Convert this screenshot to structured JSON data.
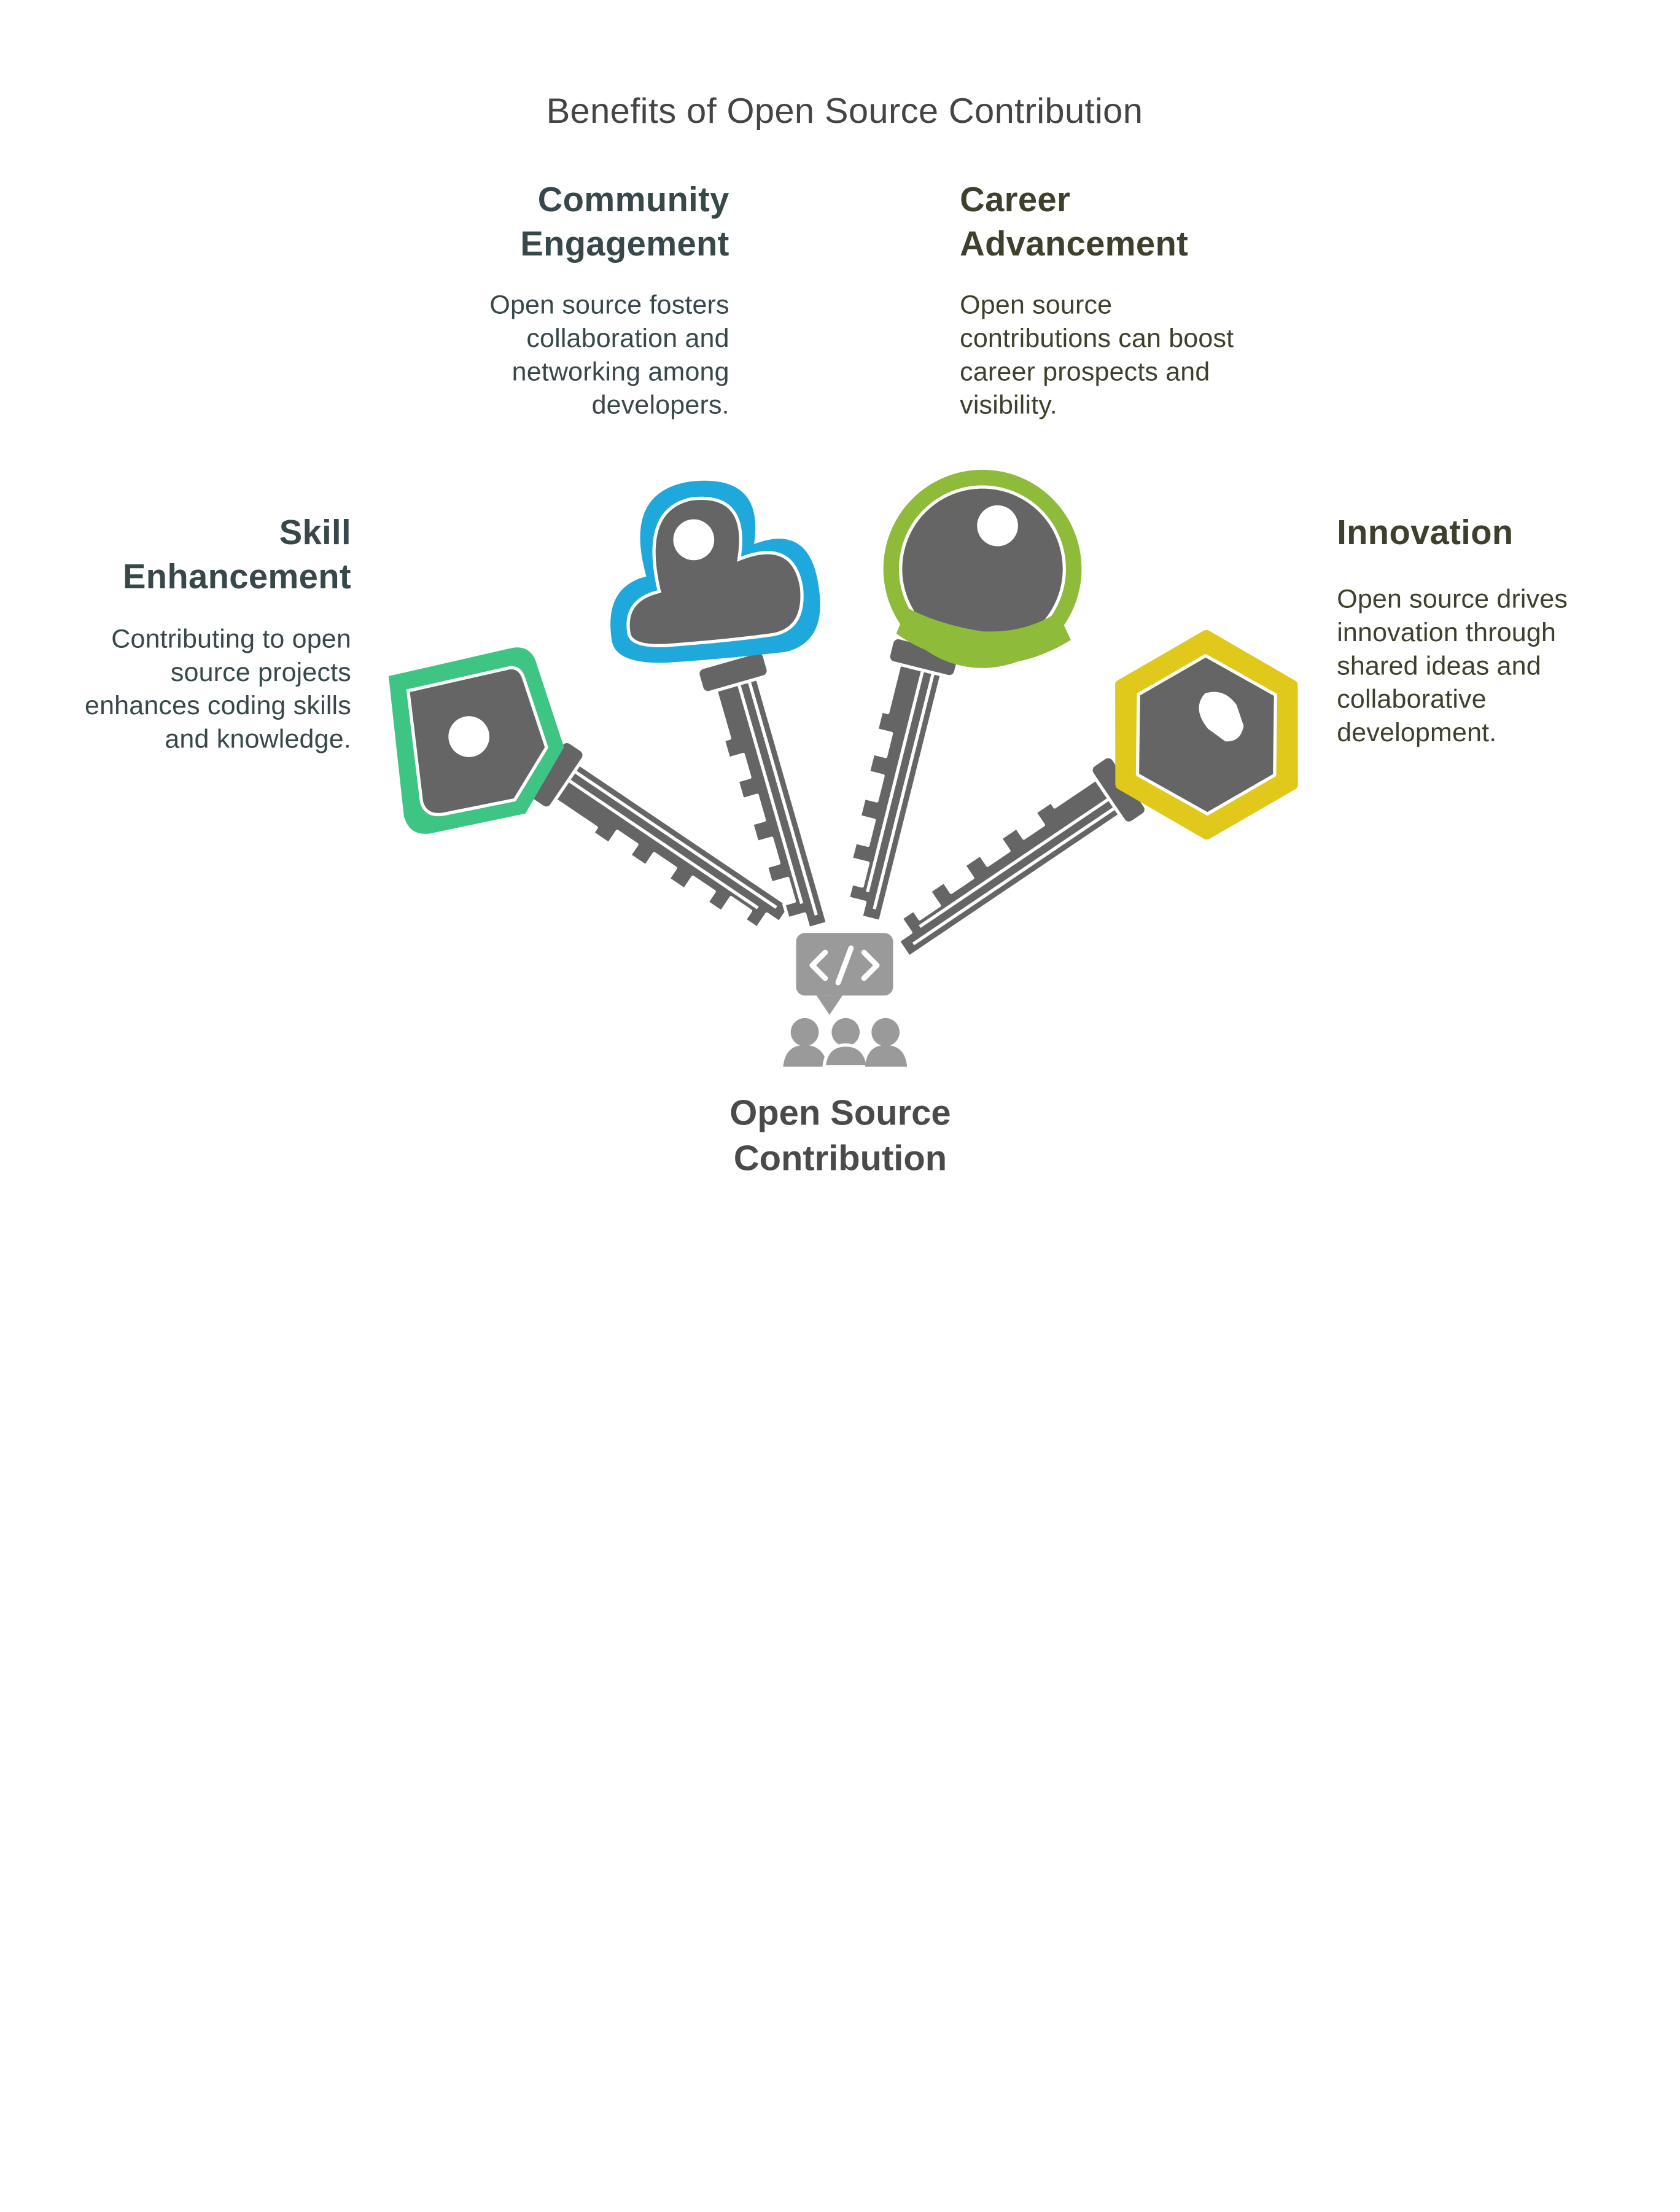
{
  "title": "Benefits of Open Source Contribution",
  "center": {
    "label_line1": "Open Source",
    "label_line2": "Contribution",
    "icon": "code-community-icon"
  },
  "benefits": [
    {
      "heading_line1": "Skill",
      "heading_line2": "Enhancement",
      "desc_lines": [
        "Contributing to open",
        "source projects",
        "enhances coding skills",
        "and knowledge."
      ],
      "accent_color": "#3ec483",
      "icon": "square-key-icon"
    },
    {
      "heading_line1": "Community",
      "heading_line2": "Engagement",
      "desc_lines": [
        "Open source fosters",
        "collaboration and",
        "networking among",
        "developers."
      ],
      "accent_color": "#1fa8dc",
      "icon": "cloud-key-icon"
    },
    {
      "heading_line1": "Career",
      "heading_line2": "Advancement",
      "desc_lines": [
        "Open source",
        "contributions can boost",
        "career prospects and",
        "visibility."
      ],
      "accent_color": "#8fbb3b",
      "icon": "round-key-icon"
    },
    {
      "heading_line1": "Innovation",
      "heading_line2": "",
      "desc_lines": [
        "Open source drives",
        "innovation through",
        "shared ideas and",
        "collaborative",
        "development."
      ],
      "accent_color": "#e0c91b",
      "icon": "hexagon-key-icon"
    }
  ],
  "colors": {
    "key_body": "#656565",
    "key_outline": "#ffffff",
    "center_icon": "#9a9a9a"
  }
}
